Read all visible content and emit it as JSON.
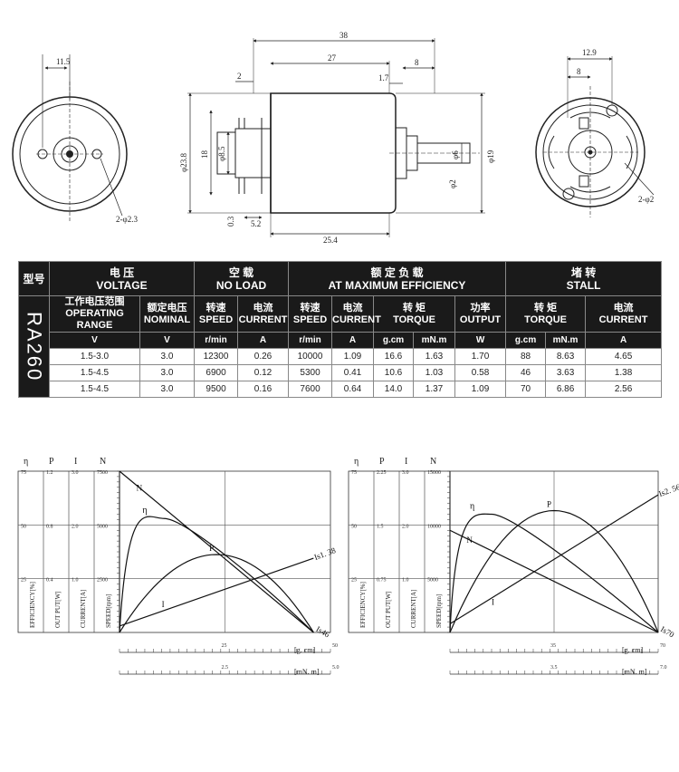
{
  "drawings": {
    "front": {
      "dim_top": "11.5",
      "hole_label": "2-φ2.3"
    },
    "side": {
      "dim_38": "38",
      "dim_27": "27",
      "dim_8": "8",
      "dim_2": "2",
      "dim_1_7": "1.7",
      "dim_23_8": "φ23.8",
      "dim_18": "18",
      "dim_8_5": "φ8.5",
      "dim_6": "φ6",
      "dim_19": "φ19",
      "dim_2v": "φ2",
      "dim_0_3": "0.3",
      "dim_5_2": "5.2",
      "dim_25_4": "25.4"
    },
    "rear": {
      "dim_12_9": "12.9",
      "dim_8": "8",
      "hole_label": "2-φ2"
    }
  },
  "table": {
    "model": "RA260",
    "model_label": "型号",
    "voltage_zh": "电 压",
    "voltage_en": "VOLTAGE",
    "noload_zh": "空 载",
    "noload_en": "NO LOAD",
    "maxeff_zh": "额 定 负 载",
    "maxeff_en": "AT MAXIMUM EFFICIENCY",
    "stall_zh": "堵 转",
    "stall_en": "STALL",
    "sub": {
      "op_zh": "工作电压范围",
      "op_en": "OPERATING RANGE",
      "nom_zh": "额定电压",
      "nom_en": "NOMINAL",
      "speed_zh": "转速",
      "speed_en": "SPEED",
      "current_zh": "电流",
      "current_en": "CURRENT",
      "torque_zh": "转 矩",
      "torque_en": "TORQUE",
      "output_zh": "功率",
      "output_en": "OUTPUT"
    },
    "units": [
      "V",
      "V",
      "r/min",
      "A",
      "r/min",
      "A",
      "g.cm",
      "mN.m",
      "W",
      "g.cm",
      "mN.m",
      "A"
    ],
    "rows": [
      [
        "1.5-3.0",
        "3.0",
        "12300",
        "0.26",
        "10000",
        "1.09",
        "16.6",
        "1.63",
        "1.70",
        "88",
        "8.63",
        "4.65"
      ],
      [
        "1.5-4.5",
        "3.0",
        "6900",
        "0.12",
        "5300",
        "0.41",
        "10.6",
        "1.03",
        "0.58",
        "46",
        "3.63",
        "1.38"
      ],
      [
        "1.5-4.5",
        "3.0",
        "9500",
        "0.16",
        "7600",
        "0.64",
        "14.0",
        "1.37",
        "1.09",
        "70",
        "6.86",
        "2.56"
      ]
    ]
  },
  "chart_data": [
    {
      "type": "line",
      "axis_headers": [
        "η",
        "P",
        "I",
        "N"
      ],
      "axis_labels": [
        "EFFICIENCY[%]",
        "OUT PUT[W]",
        "CURRENT[A]",
        "SPEED[rpm]"
      ],
      "left_ticks": [
        [
          "75",
          "1.2",
          "3.0",
          "7500"
        ],
        [
          "50",
          "0.8",
          "2.0",
          "5000"
        ],
        [
          "25",
          "0.4",
          "1.0",
          "2500"
        ]
      ],
      "x_ticks_gcm": [
        "25",
        "50"
      ],
      "x_unit_gcm": "[g. cm]",
      "x_ticks_mnm": [
        "2.5",
        "5.0"
      ],
      "x_unit_mnm": "[mN. m]",
      "xlim": [
        0,
        50
      ],
      "ylim_speed": [
        0,
        7500
      ],
      "curve_labels": {
        "N": "N",
        "P": "P",
        "eta": "η",
        "I": "I",
        "is1": "Is1. 38",
        "is2": "Is46"
      },
      "series": [
        {
          "name": "N",
          "x": [
            0,
            46
          ],
          "y": [
            7500,
            0
          ]
        },
        {
          "name": "I",
          "x": [
            0,
            46
          ],
          "y": [
            0.12,
            1.38
          ]
        },
        {
          "name": "P",
          "x": [
            0,
            23,
            46
          ],
          "y": [
            0,
            0.58,
            0
          ]
        },
        {
          "name": "η",
          "x": [
            0,
            2,
            10.6,
            30,
            46
          ],
          "y": [
            0,
            45,
            53,
            20,
            0
          ]
        }
      ]
    },
    {
      "type": "line",
      "axis_headers": [
        "η",
        "P",
        "I",
        "N"
      ],
      "axis_labels": [
        "EFFICIENCY[%]",
        "OUT PUT[W]",
        "CURRENT[A]",
        "SPEED[rpm]"
      ],
      "left_ticks": [
        [
          "75",
          "2.25",
          "3.0",
          "15000"
        ],
        [
          "50",
          "1.5",
          "2.0",
          "10000"
        ],
        [
          "25",
          "0.75",
          "1.0",
          "5000"
        ]
      ],
      "x_ticks_gcm": [
        "35",
        "70"
      ],
      "x_unit_gcm": "[g. cm]",
      "x_ticks_mnm": [
        "3.5",
        "7.0"
      ],
      "x_unit_mnm": "[mN. m]",
      "xlim": [
        0,
        70
      ],
      "ylim_speed": [
        0,
        15000
      ],
      "curve_labels": {
        "N": "N",
        "P": "P",
        "eta": "η",
        "I": "I",
        "is1": "Is2. 56",
        "is2": "Is70"
      },
      "series": [
        {
          "name": "N",
          "x": [
            0,
            70
          ],
          "y": [
            9500,
            0
          ]
        },
        {
          "name": "I",
          "x": [
            0,
            70
          ],
          "y": [
            0.16,
            2.56
          ]
        },
        {
          "name": "P",
          "x": [
            0,
            35,
            70
          ],
          "y": [
            0,
            1.7,
            0
          ]
        },
        {
          "name": "η",
          "x": [
            0,
            2,
            14,
            40,
            70
          ],
          "y": [
            0,
            40,
            55,
            25,
            0
          ]
        }
      ]
    }
  ]
}
